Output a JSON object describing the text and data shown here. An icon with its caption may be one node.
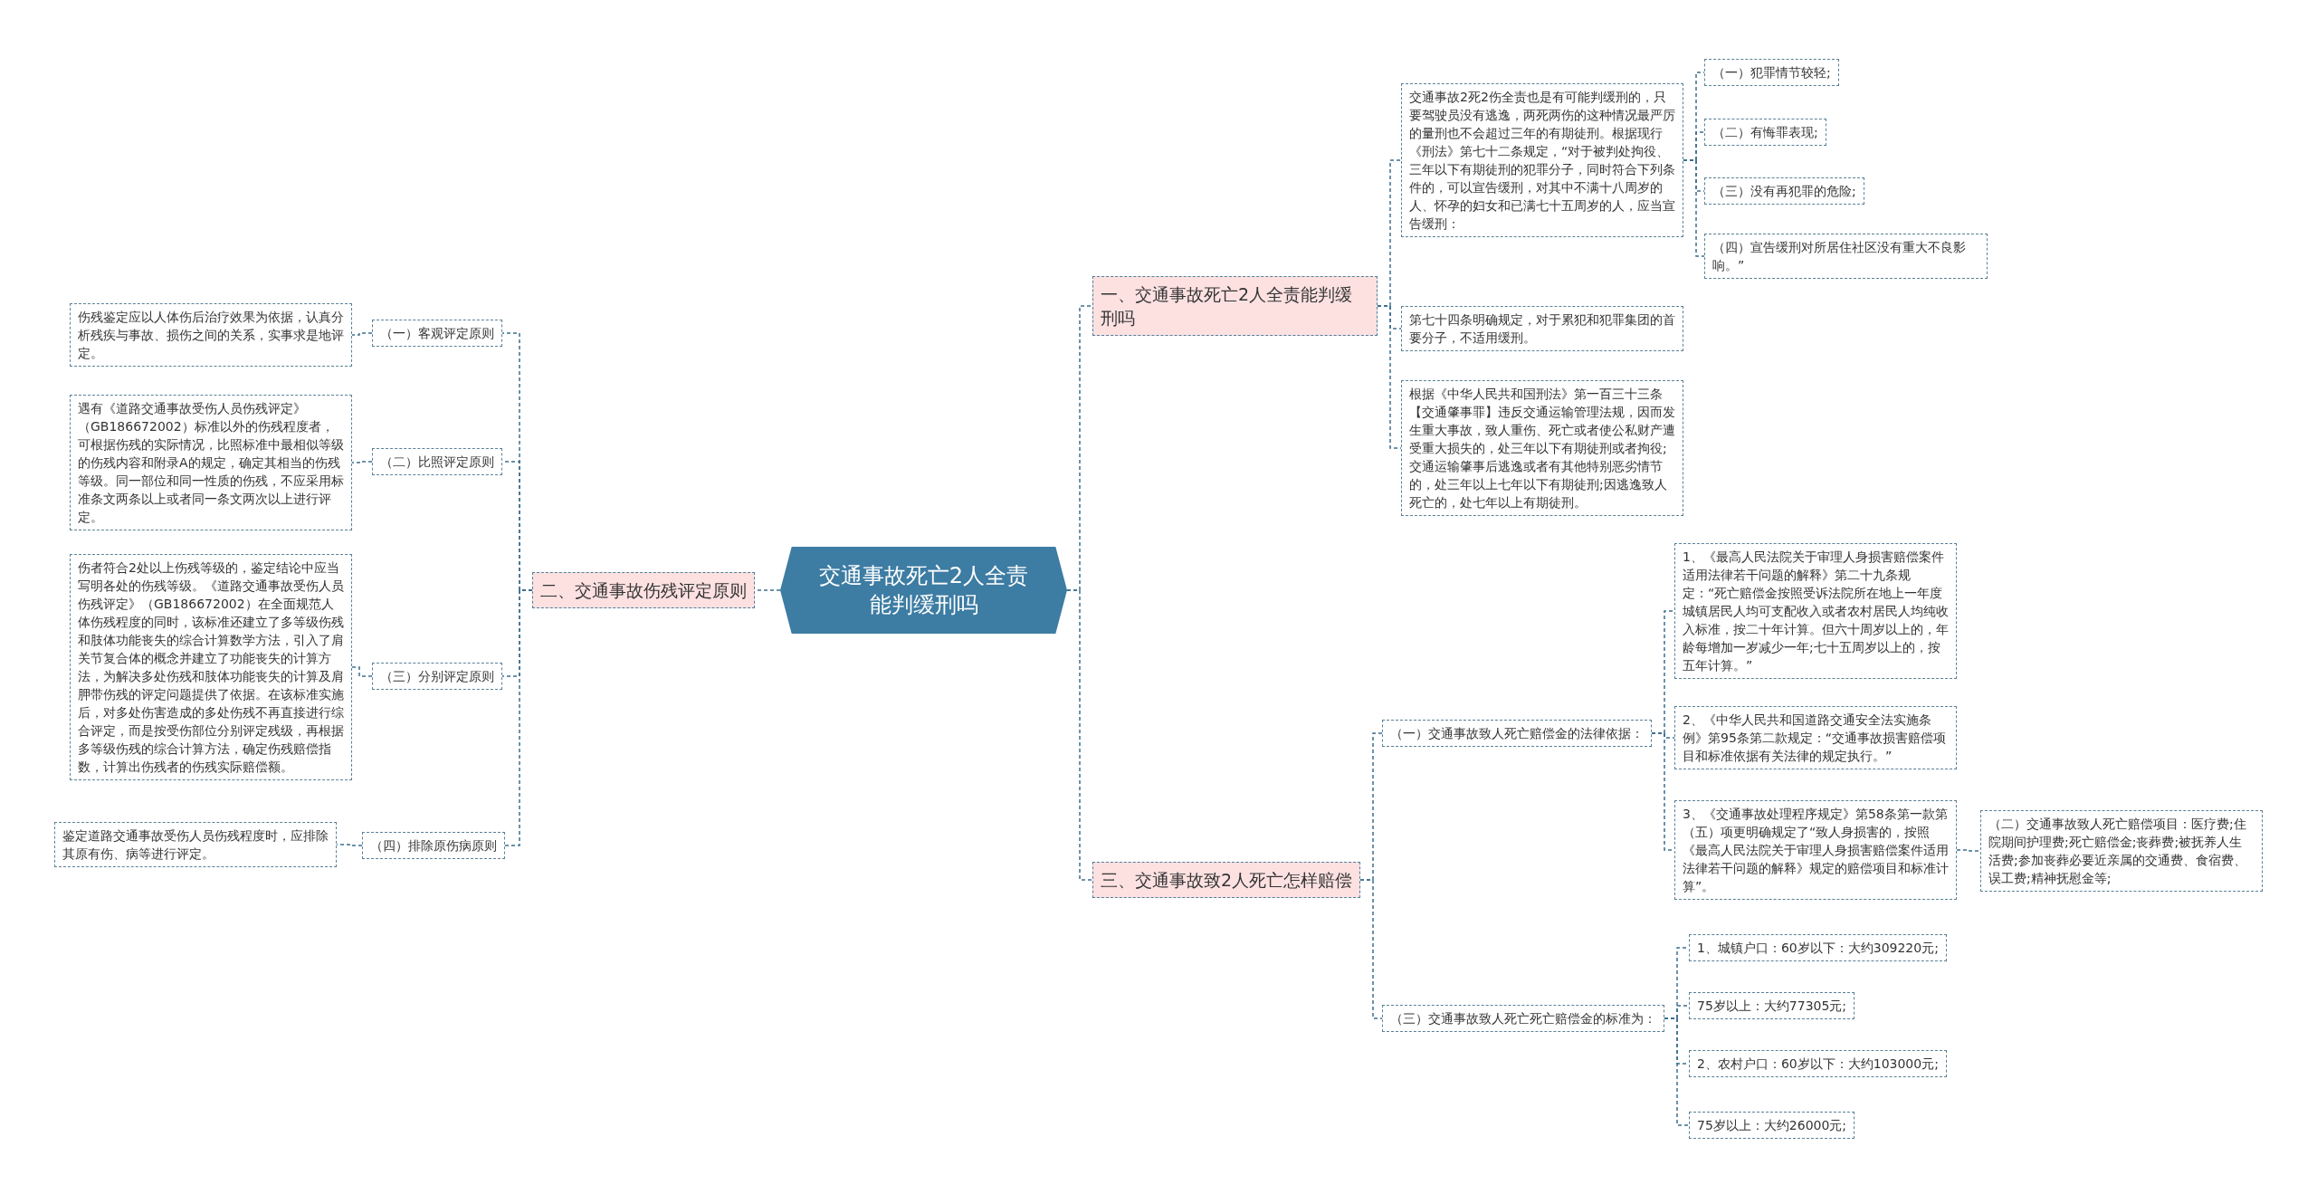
{
  "diagram": {
    "nodes": [
      {
        "text": [
          "交通事故死亡2人全责能判缓刑吗"
        ]
      },
      {
        "text": [
          "一、交通事故死亡2人全责能判缓刑吗"
        ]
      },
      {
        "text": [
          "交通事故2死2伤全责也是有可能判缓刑的，只要驾驶员没有逃逸，两死两伤的这种情况最严厉的量刑也不会超过三年的有期徒刑。根据现行《刑法》第七十二条规定，“对于被判处拘役、三年以下有期徒刑的犯罪分子，同时符合下列条件的，可以宣告缓刑，对其中不满十八周岁的人、怀孕的妇女和已满七十五周岁的人，应当宣告缓刑："
        ]
      },
      {
        "text": [
          "（一）犯罪情节较轻;"
        ]
      },
      {
        "text": [
          "（二）有悔罪表现;"
        ]
      },
      {
        "text": [
          "（三）没有再犯罪的危险;"
        ]
      },
      {
        "text": [
          "（四）宣告缓刑对所居住社区没有重大不良影响。”"
        ]
      },
      {
        "text": [
          "第七十四条明确规定，对于累犯和犯罪集团的首要分子，不适用缓刑。"
        ]
      },
      {
        "text": [
          "根据《中华人民共和国刑法》第一百三十三条【交通肇事罪】违反交通运输管理法规，因而发生重大事故，致人重伤、死亡或者使公私财产遭受重大损失的，处三年以下有期徒刑或者拘役;交通运输肇事后逃逸或者有其他特别恶劣情节的，处三年以上七年以下有期徒刑;因逃逸致人死亡的，处七年以上有期徒刑。"
        ]
      },
      {
        "text": [
          "三、交通事故致2人死亡怎样赔偿"
        ]
      },
      {
        "text": [
          "（一）交通事故致人死亡赔偿金的法律依据："
        ]
      },
      {
        "text": [
          "1、《最高人民法院关于审理人身损害赔偿案件适用法律若干问题的解释》第二十九条规定：“死亡赔偿金按照受诉法院所在地上一年度城镇居民人均可支配收入或者农村居民人均纯收入标准，按二十年计算。但六十周岁以上的，年龄每增加一岁减少一年;七十五周岁以上的，按五年计算。”"
        ]
      },
      {
        "text": [
          "2、《中华人民共和国道路交通安全法实施条例》第95条第二款规定：“交通事故损害赔偿项目和标准依据有关法律的规定执行。”"
        ]
      },
      {
        "text": [
          "3、《交通事故处理程序规定》第58条第一款第（五）项更明确规定了“致人身损害的，按照《最高人民法院关于审理人身损害赔偿案件适用法律若干问题的解释》规定的赔偿项目和标准计算”。"
        ]
      },
      {
        "text": [
          "（二）交通事故致人死亡赔偿项目：医疗费;住院期间护理费;死亡赔偿金;丧葬费;被抚养人生活费;参加丧葬必要近亲属的交通费、食宿费、误工费;精神抚慰金等;"
        ]
      },
      {
        "text": [
          "（三）交通事故致人死亡死亡赔偿金的标准为："
        ]
      },
      {
        "text": [
          "1、城镇户口：60岁以下：大约309220元;"
        ]
      },
      {
        "text": [
          "75岁以上：大约77305元;"
        ]
      },
      {
        "text": [
          "2、农村户口：60岁以下：大约103000元;"
        ]
      },
      {
        "text": [
          "75岁以上：大约26000元;"
        ]
      },
      {
        "text": [
          "二、交通事故伤残评定原则"
        ]
      },
      {
        "text": [
          "（一）客观评定原则"
        ]
      },
      {
        "text": [
          "伤残鉴定应以人体伤后治疗效果为依据，认真分析残疾与事故、损伤之间的关系，实事求是地评定。"
        ]
      },
      {
        "text": [
          "（二）比照评定原则"
        ]
      },
      {
        "text": [
          "遇有《道路交通事故受伤人员伤残评定》（GB186672002）标准以外的伤残程度者，可根据伤残的实际情况，比照标准中最相似等级的伤残内容和附录A的规定，确定其相当的伤残等级。同一部位和同一性质的伤残，不应采用标准条文两条以上或者同一条文两次以上进行评定。"
        ]
      },
      {
        "text": [
          "（三）分别评定原则"
        ]
      },
      {
        "text": [
          "伤者符合2处以上伤残等级的，鉴定结论中应当写明各处的伤残等级。《道路交通事故受伤人员伤残评定》（GB186672002）在全面规范人体伤残程度的同时，该标准还建立了多等级伤残和肢体功能丧失的综合计算数学方法，引入了肩关节复合体的概念并建立了功能丧失的计算方法，为解决多处伤残和肢体功能丧失的计算及肩胛带伤残的评定问题提供了依据。在该标准实施后，对多处伤害造成的多处伤残不再直接进行综合评定，而是按受伤部位分别评定残级，再根据多等级伤残的综合计算方法，确定伤残赔偿指数，计算出伤残者的伤残实际赔偿额。"
        ]
      },
      {
        "text": [
          "（四）排除原伤病原则"
        ]
      },
      {
        "text": [
          "鉴定道路交通事故受伤人员伤残程度时，应排除其原有伤、病等进行评定。"
        ]
      }
    ],
    "edges": [
      {
        "from": 0,
        "to": 1,
        "arrow": "none"
      },
      {
        "from": 0,
        "to": 9,
        "arrow": "none"
      },
      {
        "from": 0,
        "to": 20,
        "arrow": "none"
      },
      {
        "from": 1,
        "to": 2,
        "arrow": "none"
      },
      {
        "from": 1,
        "to": 7,
        "arrow": "none"
      },
      {
        "from": 1,
        "to": 8,
        "arrow": "none"
      },
      {
        "from": 2,
        "to": 3,
        "arrow": "none"
      },
      {
        "from": 2,
        "to": 4,
        "arrow": "none"
      },
      {
        "from": 2,
        "to": 5,
        "arrow": "none"
      },
      {
        "from": 2,
        "to": 6,
        "arrow": "none"
      },
      {
        "from": 9,
        "to": 10,
        "arrow": "none"
      },
      {
        "from": 9,
        "to": 15,
        "arrow": "none"
      },
      {
        "from": 10,
        "to": 11,
        "arrow": "none"
      },
      {
        "from": 10,
        "to": 12,
        "arrow": "none"
      },
      {
        "from": 10,
        "to": 13,
        "arrow": "none"
      },
      {
        "from": 13,
        "to": 14,
        "arrow": "none"
      },
      {
        "from": 15,
        "to": 16,
        "arrow": "none"
      },
      {
        "from": 15,
        "to": 17,
        "arrow": "none"
      },
      {
        "from": 15,
        "to": 18,
        "arrow": "none"
      },
      {
        "from": 15,
        "to": 19,
        "arrow": "none"
      },
      {
        "from": 20,
        "to": 21,
        "arrow": "none"
      },
      {
        "from": 20,
        "to": 23,
        "arrow": "none"
      },
      {
        "from": 20,
        "to": 25,
        "arrow": "none"
      },
      {
        "from": 20,
        "to": 27,
        "arrow": "none"
      },
      {
        "from": 21,
        "to": 22,
        "arrow": "none"
      },
      {
        "from": 23,
        "to": 24,
        "arrow": "none"
      },
      {
        "from": 25,
        "to": 26,
        "arrow": "none"
      },
      {
        "from": 27,
        "to": 28,
        "arrow": "none"
      }
    ]
  }
}
